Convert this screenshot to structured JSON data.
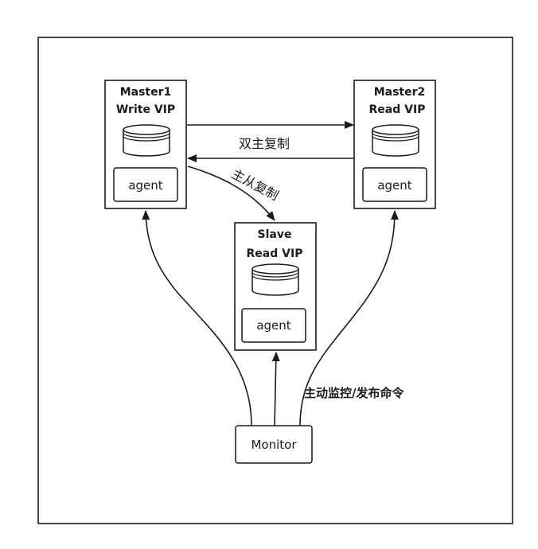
{
  "nodes": {
    "master1": {
      "line1": "Master1",
      "line2": "Write VIP",
      "agent": "agent"
    },
    "master2": {
      "line1": "Master2",
      "line2": "Read VIP",
      "agent": "agent"
    },
    "slave": {
      "line1": "Slave",
      "line2": "Read VIP",
      "agent": "agent"
    },
    "monitor": {
      "label": "Monitor"
    }
  },
  "edges": {
    "dual_master": "双主复制",
    "master_slave": "主从复制",
    "monitor_cmd": "主动监控/发布命令"
  }
}
